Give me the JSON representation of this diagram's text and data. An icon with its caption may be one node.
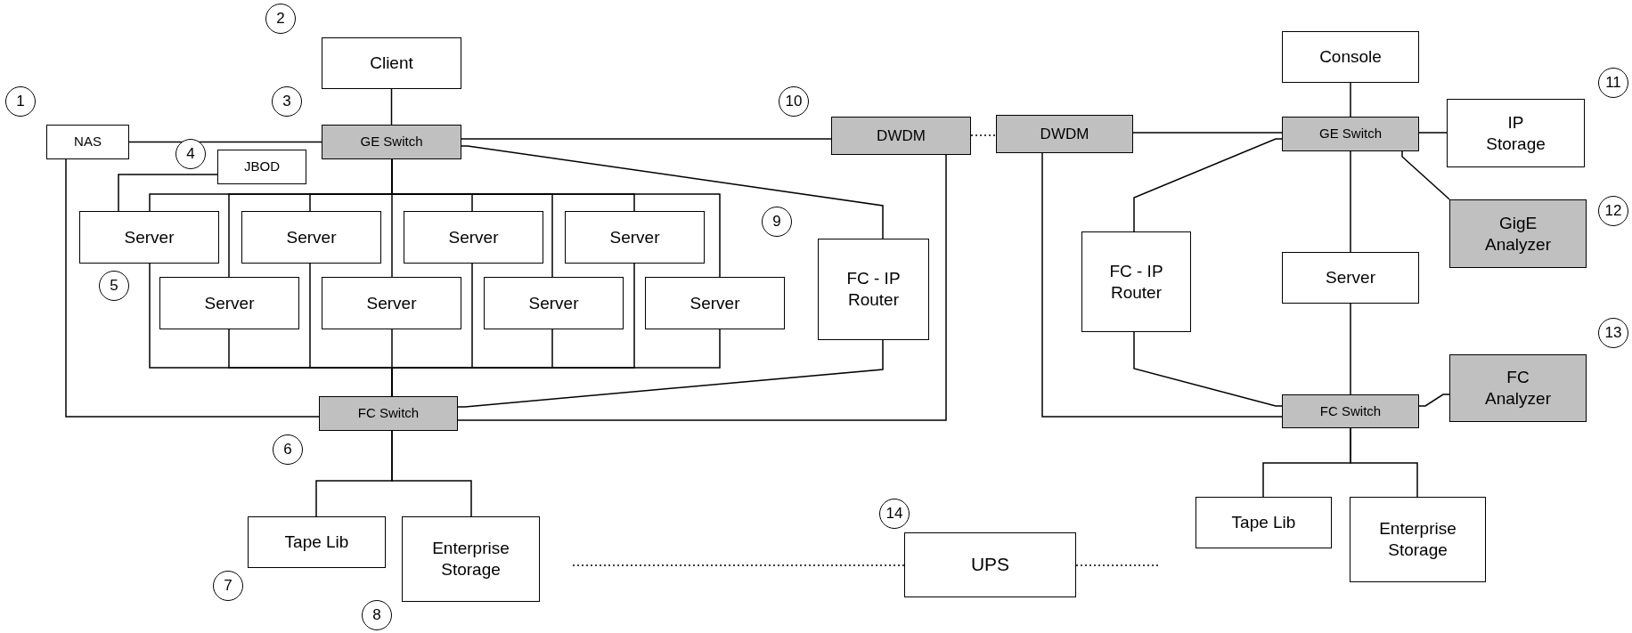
{
  "diagram": {
    "nodes": [
      {
        "text": [
          "Client"
        ]
      },
      {
        "text": [
          "NAS"
        ]
      },
      {
        "text": [
          "GE Switch"
        ]
      },
      {
        "text": [
          "JBOD"
        ]
      },
      {
        "text": [
          "Server"
        ]
      },
      {
        "text": [
          "Server"
        ]
      },
      {
        "text": [
          "Server"
        ]
      },
      {
        "text": [
          "Server"
        ]
      },
      {
        "text": [
          "Server"
        ]
      },
      {
        "text": [
          "Server"
        ]
      },
      {
        "text": [
          "Server"
        ]
      },
      {
        "text": [
          "Server"
        ]
      },
      {
        "text": [
          "FC - IP Router"
        ]
      },
      {
        "text": [
          "DWDM"
        ]
      },
      {
        "text": [
          "FC Switch"
        ]
      },
      {
        "text": [
          "Tape Lib"
        ]
      },
      {
        "text": [
          "Enterprise Storage"
        ]
      },
      {
        "text": [
          "UPS"
        ]
      },
      {
        "text": [
          "Console"
        ]
      },
      {
        "text": [
          "DWDM"
        ]
      },
      {
        "text": [
          "GE Switch"
        ]
      },
      {
        "text": [
          "IP Storage"
        ]
      },
      {
        "text": [
          "GigE Analyzer"
        ]
      },
      {
        "text": [
          "FC - IP Router"
        ]
      },
      {
        "text": [
          "Server"
        ]
      },
      {
        "text": [
          "FC Switch"
        ]
      },
      {
        "text": [
          "FC Analyzer"
        ]
      },
      {
        "text": [
          "Tape Lib"
        ]
      },
      {
        "text": [
          "Enterprise Storage"
        ]
      }
    ],
    "edges": [
      {
        "from": 0,
        "to": 2,
        "arrow": "none"
      },
      {
        "from": 1,
        "to": 2,
        "arrow": "none"
      },
      {
        "from": 1,
        "to": 14,
        "arrow": "none"
      },
      {
        "from": 3,
        "to": 4,
        "arrow": "none"
      },
      {
        "from": 2,
        "to": 4,
        "arrow": "none"
      },
      {
        "from": 2,
        "to": 5,
        "arrow": "none"
      },
      {
        "from": 2,
        "to": 6,
        "arrow": "none"
      },
      {
        "from": 2,
        "to": 7,
        "arrow": "none"
      },
      {
        "from": 2,
        "to": 8,
        "arrow": "none"
      },
      {
        "from": 2,
        "to": 9,
        "arrow": "none"
      },
      {
        "from": 2,
        "to": 10,
        "arrow": "none"
      },
      {
        "from": 2,
        "to": 11,
        "arrow": "none"
      },
      {
        "from": 4,
        "to": 14,
        "arrow": "none"
      },
      {
        "from": 5,
        "to": 14,
        "arrow": "none"
      },
      {
        "from": 6,
        "to": 14,
        "arrow": "none"
      },
      {
        "from": 7,
        "to": 14,
        "arrow": "none"
      },
      {
        "from": 8,
        "to": 14,
        "arrow": "none"
      },
      {
        "from": 9,
        "to": 14,
        "arrow": "none"
      },
      {
        "from": 10,
        "to": 14,
        "arrow": "none"
      },
      {
        "from": 11,
        "to": 14,
        "arrow": "none"
      },
      {
        "from": 2,
        "to": 13,
        "arrow": "none"
      },
      {
        "from": 2,
        "to": 12,
        "arrow": "none"
      },
      {
        "from": 12,
        "to": 14,
        "arrow": "none"
      },
      {
        "from": 13,
        "to": 14,
        "arrow": "none"
      },
      {
        "from": 13,
        "to": 19,
        "arrow": "none",
        "style": "dashed"
      },
      {
        "from": 14,
        "to": 15,
        "arrow": "none"
      },
      {
        "from": 14,
        "to": 16,
        "arrow": "none"
      },
      {
        "from": 17,
        "to": null,
        "arrow": "none",
        "style": "dashed"
      },
      {
        "from": 17,
        "to": null,
        "arrow": "none",
        "style": "dashed"
      },
      {
        "from": 19,
        "to": 20,
        "arrow": "none"
      },
      {
        "from": 18,
        "to": 20,
        "arrow": "none"
      },
      {
        "from": 20,
        "to": 21,
        "arrow": "none"
      },
      {
        "from": 20,
        "to": 22,
        "arrow": "none"
      },
      {
        "from": 20,
        "to": 23,
        "arrow": "none"
      },
      {
        "from": 20,
        "to": 24,
        "arrow": "none"
      },
      {
        "from": 24,
        "to": 25,
        "arrow": "none"
      },
      {
        "from": 23,
        "to": 25,
        "arrow": "none"
      },
      {
        "from": 19,
        "to": 25,
        "arrow": "none"
      },
      {
        "from": 25,
        "to": 26,
        "arrow": "none"
      },
      {
        "from": 25,
        "to": 27,
        "arrow": "none"
      },
      {
        "from": 25,
        "to": 28,
        "arrow": "none"
      }
    ],
    "labels": [
      "1",
      "2",
      "3",
      "4",
      "5",
      "6",
      "7",
      "8",
      "9",
      "10",
      "11",
      "12",
      "13",
      "14"
    ]
  }
}
